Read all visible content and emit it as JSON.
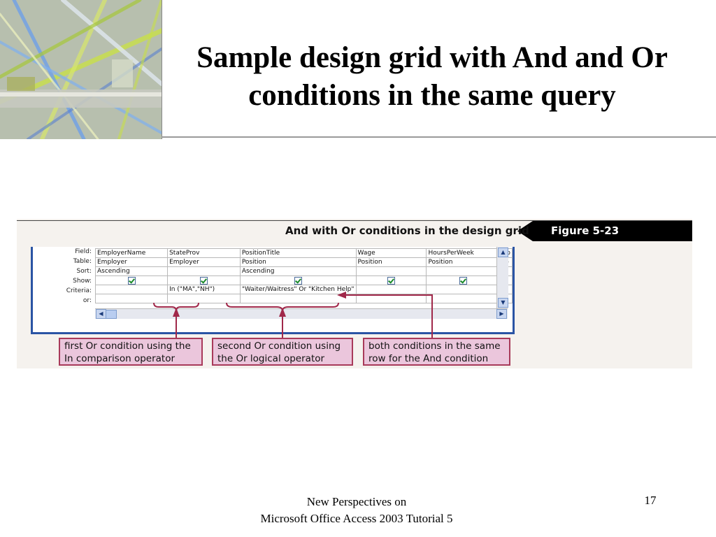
{
  "slide": {
    "title_line1": "Sample design grid with And and Or",
    "title_line2": "conditions in the same query"
  },
  "figure": {
    "caption": "And with Or conditions in the design grid",
    "badge": "Figure 5-23",
    "row_labels": [
      "Field:",
      "Table:",
      "Sort:",
      "Show:",
      "Criteria:",
      "or:"
    ],
    "columns": [
      {
        "field": "EmployerName",
        "table": "Employer",
        "sort": "Ascending",
        "show": true,
        "criteria": "",
        "or": ""
      },
      {
        "field": "StateProv",
        "table": "Employer",
        "sort": "",
        "show": true,
        "criteria": "In (\"MA\",\"NH\")",
        "or": ""
      },
      {
        "field": "PositionTitle",
        "table": "Position",
        "sort": "Ascending",
        "show": true,
        "criteria": "\"Waiter/Waitress\" Or \"Kitchen Help\"",
        "or": ""
      },
      {
        "field": "Wage",
        "table": "Position",
        "sort": "",
        "show": true,
        "criteria": "",
        "or": ""
      },
      {
        "field": "HoursPerWeek",
        "table": "Position",
        "sort": "",
        "show": true,
        "criteria": "",
        "or": ""
      },
      {
        "field": "Op",
        "table": "Po",
        "sort": "",
        "show": false,
        "criteria": "",
        "or": ""
      }
    ],
    "callouts": [
      {
        "line1": "first Or condition using the",
        "line2": "In comparison operator"
      },
      {
        "line1": "second Or condition using",
        "line2": "the Or logical operator"
      },
      {
        "line1": "both conditions in the same",
        "line2": "row for the And condition"
      }
    ],
    "colors": {
      "callout_fill": "#ebc6dc",
      "callout_border": "#a83a5a",
      "window_border": "#2a54a4",
      "badge_fill": "#000000"
    }
  },
  "footer": {
    "line1": "New Perspectives on",
    "line2": "Microsoft Office Access 2003 Tutorial 5",
    "page_number": "17"
  }
}
